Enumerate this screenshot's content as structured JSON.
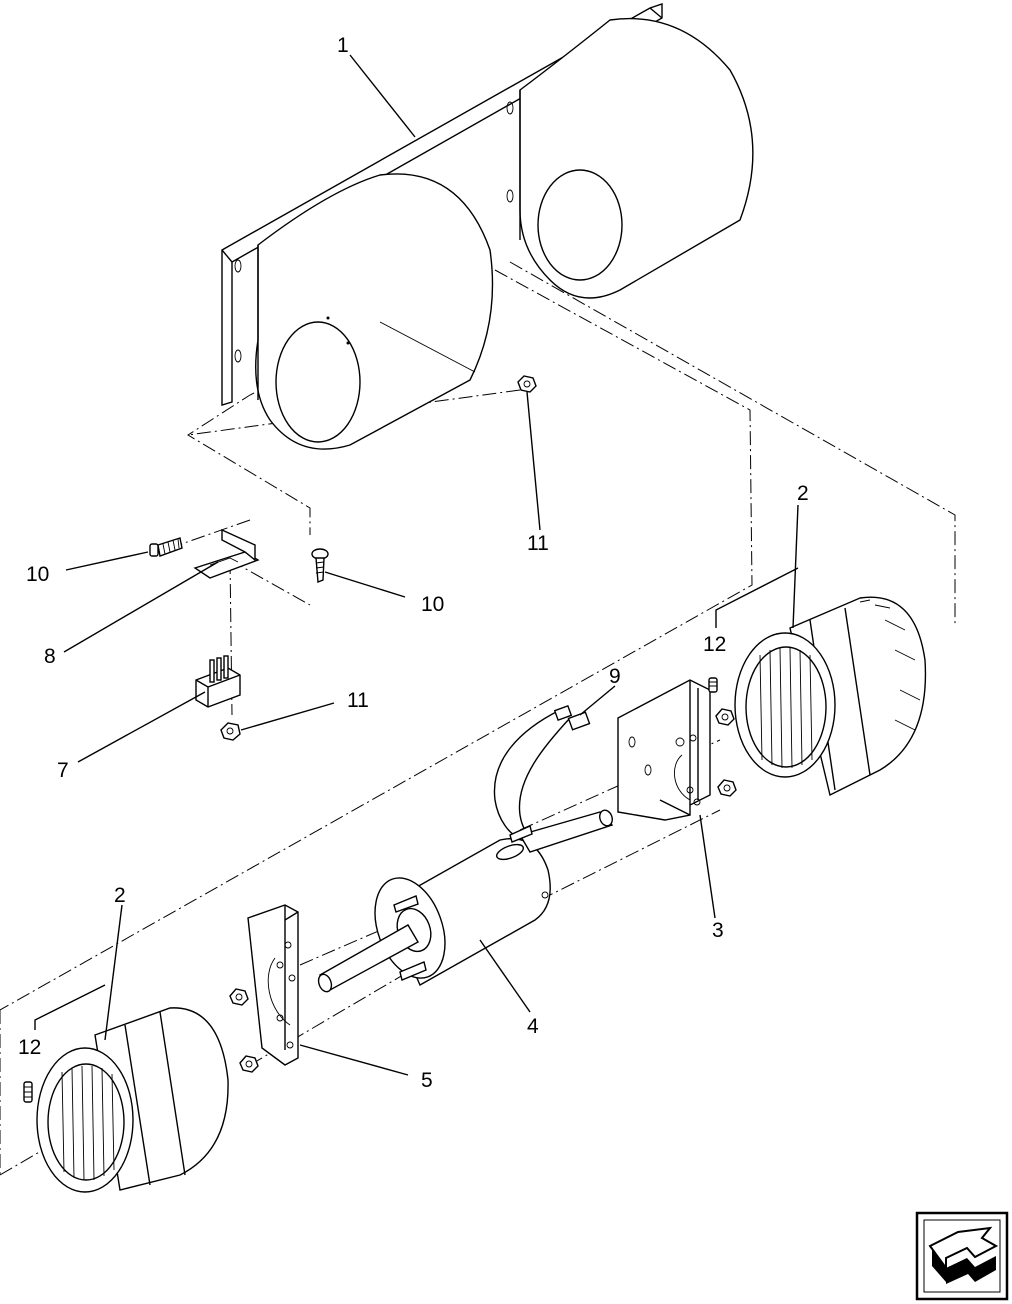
{
  "diagram": {
    "callouts": {
      "c1": "1",
      "c2a": "2",
      "c2b": "2",
      "c3": "3",
      "c4": "4",
      "c5": "5",
      "c7": "7",
      "c8": "8",
      "c9": "9",
      "c10a": "10",
      "c10b": "10",
      "c11a": "11",
      "c11b": "11",
      "c12a": "12",
      "c12b": "12"
    },
    "nav_icon": "next-page-arrow-icon"
  }
}
